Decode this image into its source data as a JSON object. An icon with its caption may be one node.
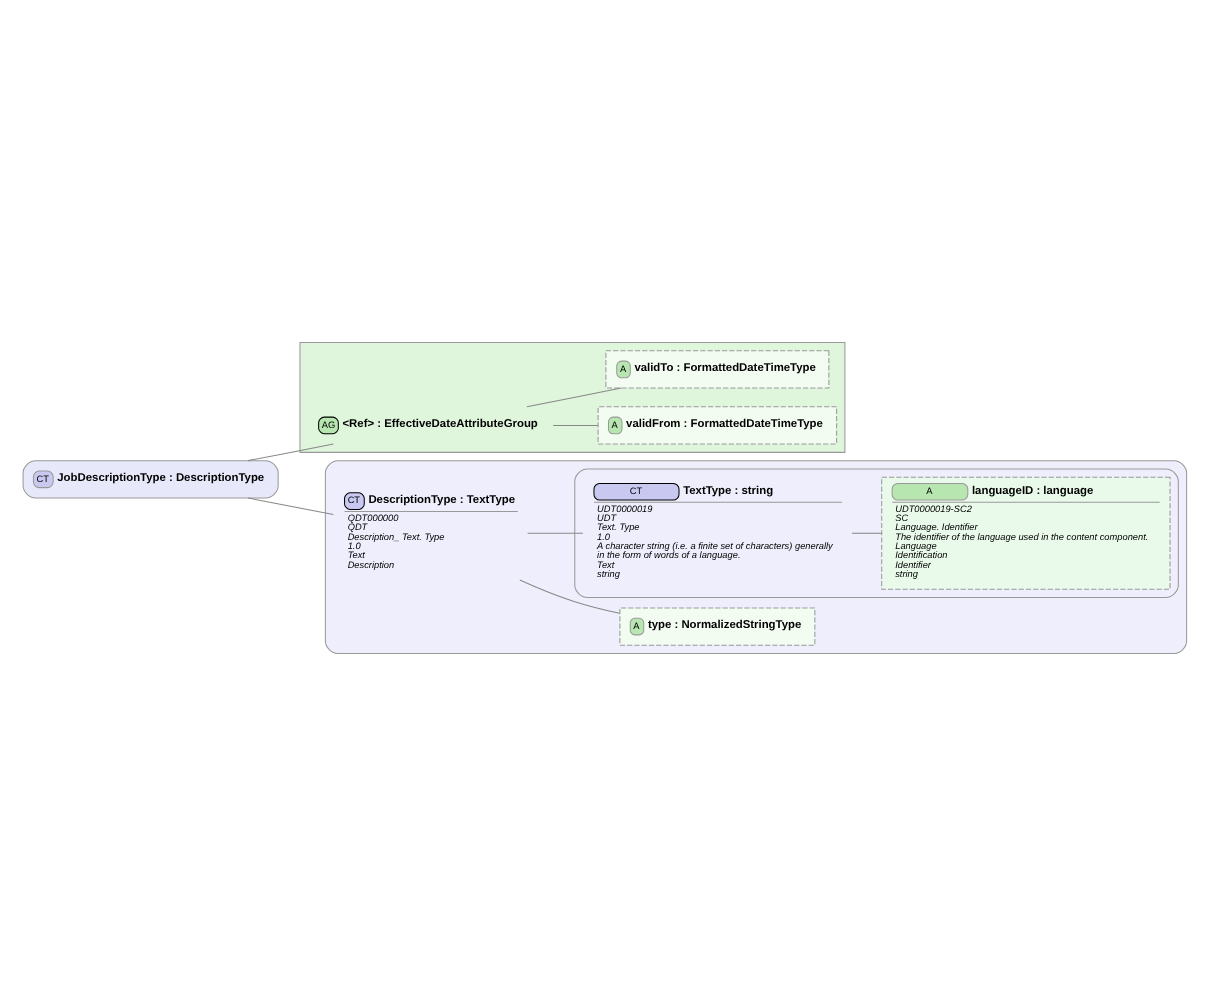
{
  "diagram": {
    "nodes": [
      {
        "text": [
          "CT",
          "JobDescriptionType : DescriptionType"
        ]
      },
      {
        "text": [
          "AG",
          "<Ref> : EffectiveDateAttributeGroup"
        ]
      },
      {
        "text": [
          "A",
          "validFrom : FormattedDateTimeType"
        ],
        "in": 1
      },
      {
        "text": [
          "A",
          "validTo : FormattedDateTimeType"
        ],
        "in": 1
      },
      {
        "text": [
          "CT",
          "DescriptionType : TextType",
          "QDT000000",
          "QDT",
          "Description_ Text. Type",
          "1.0",
          "Text",
          "Description"
        ]
      },
      {
        "text": [
          "A",
          "type : NormalizedStringType"
        ],
        "in": 4
      },
      {
        "text": [
          "CT",
          "TextType : string",
          "UDT0000019",
          "UDT",
          "Text. Type",
          "1.0",
          "A character string (i.e. a finite set of characters) generally in the form of words of a language.",
          "Text",
          "string"
        ],
        "in": 4
      },
      {
        "text": [
          "A",
          "languageID : language",
          "UDT0000019-SC2",
          "SC",
          "Language. Identifier",
          "The identifier of the language used in the content component.",
          "Language",
          "Identification",
          "Identifier",
          "string"
        ],
        "in": 6
      }
    ],
    "edges": [
      {
        "from": 0,
        "to": 1,
        "arrow": "none"
      },
      {
        "from": 0,
        "to": 4,
        "arrow": "none"
      },
      {
        "from": 1,
        "to": 2,
        "arrow": "none"
      },
      {
        "from": 1,
        "to": 3,
        "arrow": "none"
      },
      {
        "from": 4,
        "to": 5,
        "arrow": "none"
      },
      {
        "from": 4,
        "to": 6,
        "arrow": "none"
      },
      {
        "from": 6,
        "to": 7,
        "arrow": "none"
      }
    ]
  }
}
